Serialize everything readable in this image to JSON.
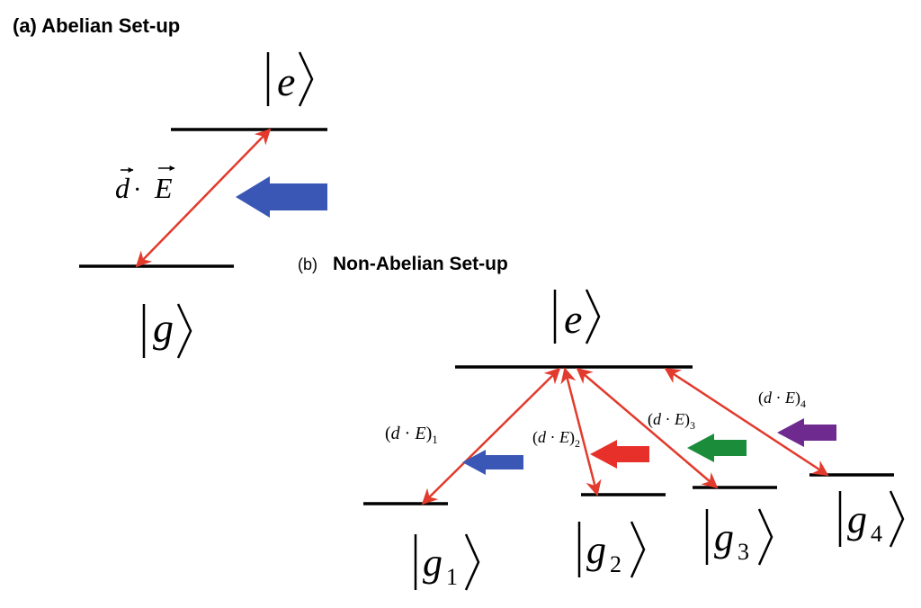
{
  "panel_a": {
    "title": "(a) Abelian Set-up",
    "excited_state": "e",
    "ground_state": "g",
    "coupling_label": {
      "vec_d": "d",
      "dot": " · ",
      "vec_e": "E"
    },
    "arrow_color": "#3a57b5"
  },
  "panel_b": {
    "title_prefix": "(b)",
    "title": "Non-Abelian Set-up",
    "excited_state": "e",
    "ground_states": [
      {
        "letter": "g",
        "sub": "1"
      },
      {
        "letter": "g",
        "sub": "2"
      },
      {
        "letter": "g",
        "sub": "3"
      },
      {
        "letter": "g",
        "sub": "4"
      }
    ],
    "couplings": [
      {
        "open": "(",
        "vec_d": "d",
        "dot": " · ",
        "vec_e": "E",
        "close": ")",
        "sub": "1",
        "color": "#3a57b5"
      },
      {
        "open": "(",
        "vec_d": "d",
        "dot": " · ",
        "vec_e": "E",
        "close": ")",
        "sub": "2",
        "color": "#e8302a"
      },
      {
        "open": "(",
        "vec_d": "d",
        "dot": " · ",
        "vec_e": "E",
        "close": ")",
        "sub": "3",
        "color": "#1a8c3a"
      },
      {
        "open": "(",
        "vec_d": "d",
        "dot": " · ",
        "vec_e": "E",
        "close": ")",
        "sub": "4",
        "color": "#6e2a8e"
      }
    ]
  },
  "colors": {
    "transition_line": "#e23a2c",
    "level_line": "#000000"
  }
}
